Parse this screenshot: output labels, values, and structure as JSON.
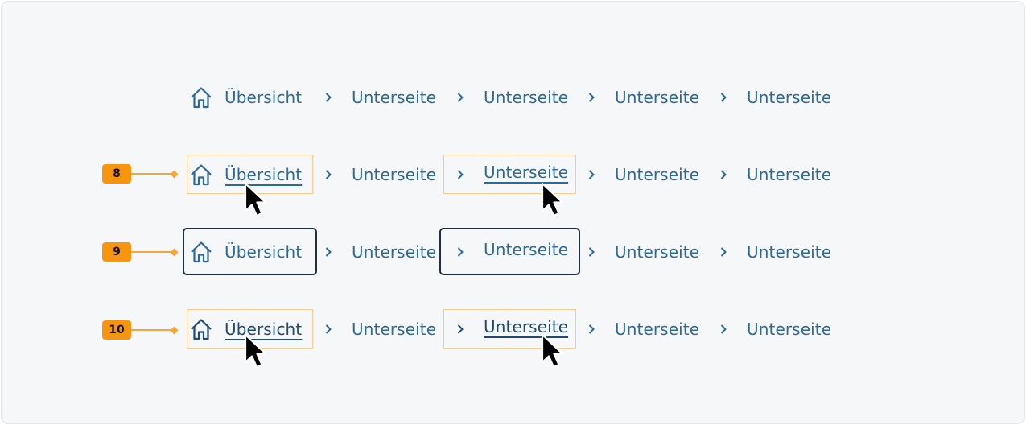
{
  "breadcrumb_rows": [
    {
      "state": "default",
      "badge": null,
      "items": [
        {
          "label": "Übersicht",
          "icon": "home-icon"
        },
        {
          "label": "Unterseite"
        },
        {
          "label": "Unterseite"
        },
        {
          "label": "Unterseite"
        },
        {
          "label": "Unterseite"
        }
      ]
    },
    {
      "state": "hover",
      "badge": "8",
      "items": [
        {
          "label": "Übersicht",
          "icon": "home-icon"
        },
        {
          "label": "Unterseite"
        },
        {
          "label": "Unterseite"
        },
        {
          "label": "Unterseite"
        },
        {
          "label": "Unterseite"
        }
      ]
    },
    {
      "state": "focus",
      "badge": "9",
      "items": [
        {
          "label": "Übersicht",
          "icon": "home-icon"
        },
        {
          "label": "Unterseite"
        },
        {
          "label": "Unterseite"
        },
        {
          "label": "Unterseite"
        },
        {
          "label": "Unterseite"
        }
      ]
    },
    {
      "state": "active",
      "badge": "10",
      "items": [
        {
          "label": "Übersicht",
          "icon": "home-icon"
        },
        {
          "label": "Unterseite"
        },
        {
          "label": "Unterseite"
        },
        {
          "label": "Unterseite"
        },
        {
          "label": "Unterseite"
        }
      ]
    }
  ],
  "separator_icon": "chevron-right-icon",
  "colors": {
    "link": "#2e6a98",
    "link_active": "#1f4a70",
    "focus_ring": "#1e2f44",
    "hover_outline": "#f5cc8e",
    "badge": "#f7960e",
    "background": "#f6f7f9"
  }
}
